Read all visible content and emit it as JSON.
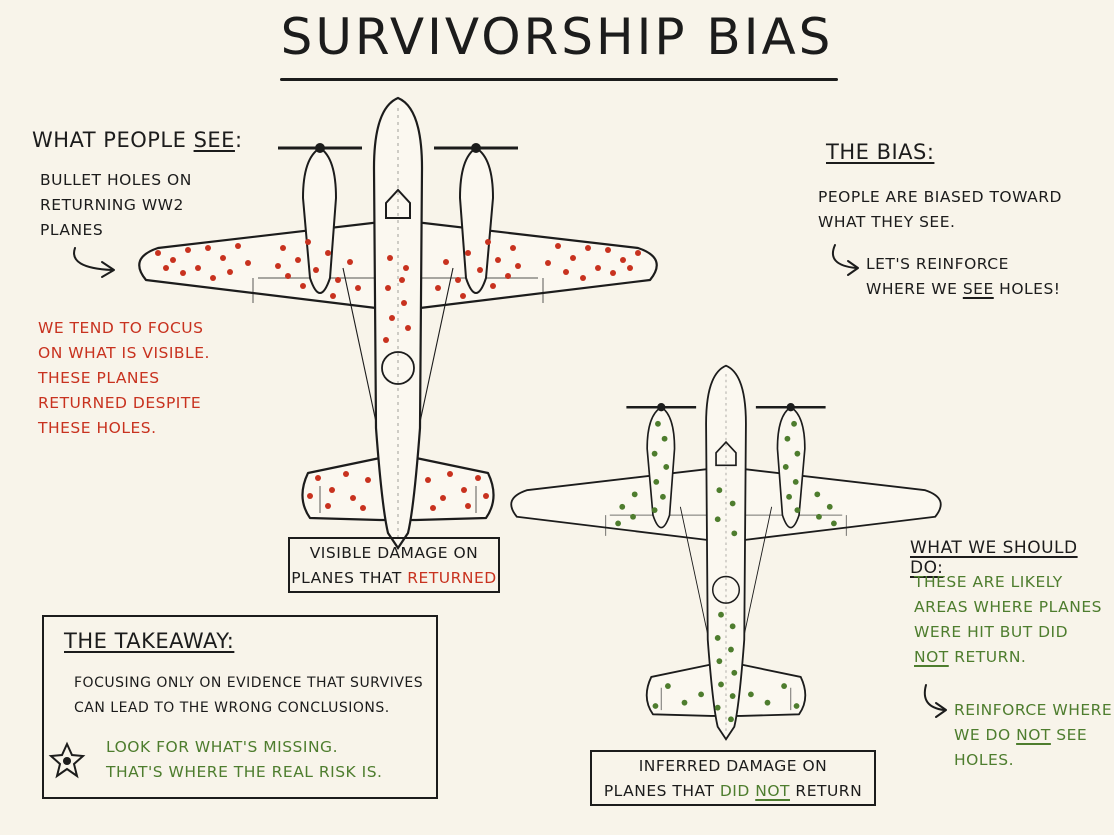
{
  "title": "SURVIVORSHIP BIAS",
  "see": {
    "heading_a": "WHAT PEOPLE ",
    "heading_b": "SEE",
    "heading_c": ":",
    "line1": "BULLET HOLES ON",
    "line2": "RETURNING WW2",
    "line3": "PLANES"
  },
  "focus": {
    "line1": "WE TEND TO FOCUS",
    "line2": "ON WHAT IS VISIBLE.",
    "line3": "THESE PLANES",
    "line4": "RETURNED DESPITE",
    "line5": "THESE HOLES."
  },
  "bias": {
    "heading": "THE BIAS:",
    "line1": "PEOPLE ARE BIASED TOWARD",
    "line2": "WHAT THEY SEE.",
    "note1": "LET'S REINFORCE",
    "note2a": "WHERE WE ",
    "note2b": "SEE",
    "note2c": " HOLES!"
  },
  "visible_label": {
    "line1": "VISIBLE DAMAGE ON",
    "line2a": "PLANES THAT ",
    "line2b": "RETURNED"
  },
  "inferred_label": {
    "line1": "INFERRED DAMAGE ON",
    "line2a": "PLANES THAT ",
    "line2b": "DID",
    "line2c": "NOT",
    "line2d": " RETURN"
  },
  "should": {
    "heading": "WHAT WE SHOULD DO:",
    "line1": "THESE ARE LIKELY",
    "line2": "AREAS WHERE PLANES",
    "line3": "WERE HIT BUT DID",
    "line4a": "NOT",
    "line4b": " RETURN.",
    "note1": "REINFORCE WHERE",
    "note2a": "WE DO ",
    "note2b": "NOT",
    "note2c": " SEE",
    "note3": "HOLES."
  },
  "takeaway": {
    "heading": "THE TAKEAWAY:",
    "line1": "FOCUSING ONLY ON EVIDENCE THAT SURVIVES",
    "line2": "CAN LEAD TO THE WRONG CONCLUSIONS.",
    "line3": "LOOK FOR WHAT'S MISSING.",
    "line4": "THAT'S WHERE THE REAL RISK IS."
  },
  "colors": {
    "ink": "#1c1c1c",
    "red": "#c8321f",
    "green": "#4e7d2e",
    "paper": "#f8f4ea"
  },
  "icons": [
    "arrow-icon",
    "star-icon",
    "plane-illustration"
  ]
}
